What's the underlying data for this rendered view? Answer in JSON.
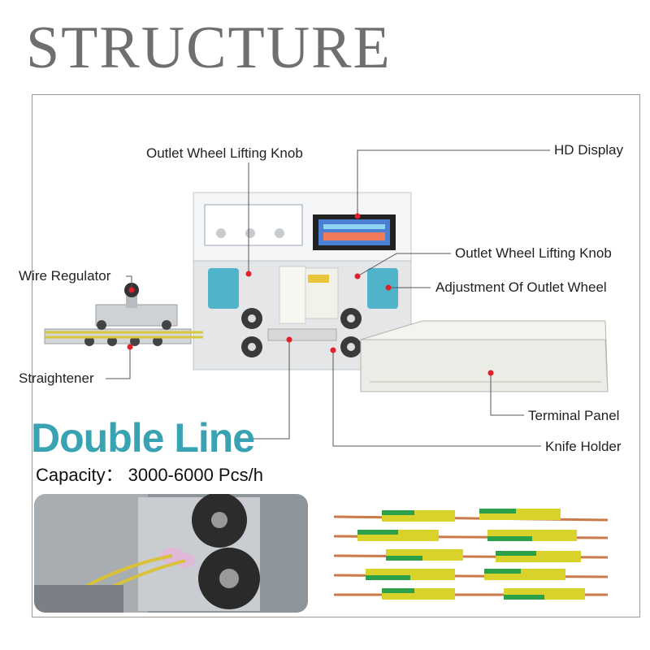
{
  "title": "STRUCTURE",
  "labels": {
    "outlet_knob_top": "Outlet Wheel Lifting Knob",
    "hd_display": "HD Display",
    "outlet_knob_right": "Outlet Wheel Lifting Knob",
    "wire_regulator": "Wire Regulator",
    "adjustment": "Adjustment Of Outlet Wheel",
    "straightener": "Straightener",
    "terminal_panel": "Terminal Panel",
    "knife_holder": "Knife Holder"
  },
  "double_line": "Double Line",
  "capacity": {
    "label": "Capacity：",
    "value": "3000-6000 Pcs/h"
  },
  "colors": {
    "accent": "#3aa3b3",
    "marker": "#e0202a",
    "machine_blue": "#4fb3c9"
  }
}
